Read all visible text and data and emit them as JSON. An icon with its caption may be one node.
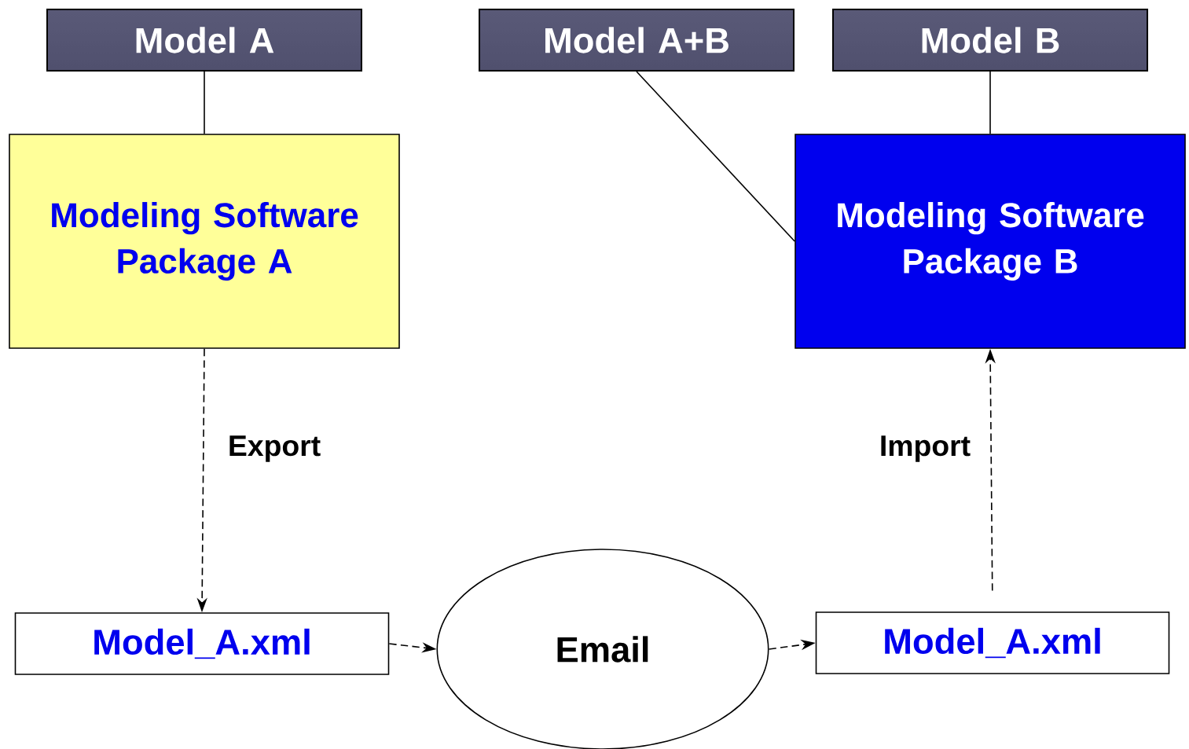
{
  "diagram": {
    "nodes": [
      {
        "text": [
          "Model A"
        ]
      },
      {
        "text": [
          "Model A+B"
        ]
      },
      {
        "text": [
          "Model B"
        ]
      },
      {
        "text": [
          "Modeling Software Package A"
        ]
      },
      {
        "text": [
          "Modeling Software Package B"
        ]
      },
      {
        "text": [
          "Model_A.xml"
        ]
      },
      {
        "text": [
          "Email"
        ]
      },
      {
        "text": [
          "Model_A.xml"
        ]
      }
    ],
    "edges": [
      {
        "from": 0,
        "to": 3,
        "arrow": "none"
      },
      {
        "from": 1,
        "to": 4,
        "arrow": "none"
      },
      {
        "from": 2,
        "to": 4,
        "arrow": "none"
      },
      {
        "from": 3,
        "to": 5,
        "arrow": "to",
        "style": "dashed",
        "label": "Export"
      },
      {
        "from": 5,
        "to": 6,
        "arrow": "to",
        "style": "dashed"
      },
      {
        "from": 6,
        "to": 7,
        "arrow": "to",
        "style": "dashed"
      },
      {
        "from": 7,
        "to": 4,
        "arrow": "to",
        "style": "dashed",
        "label": "Import"
      }
    ]
  }
}
